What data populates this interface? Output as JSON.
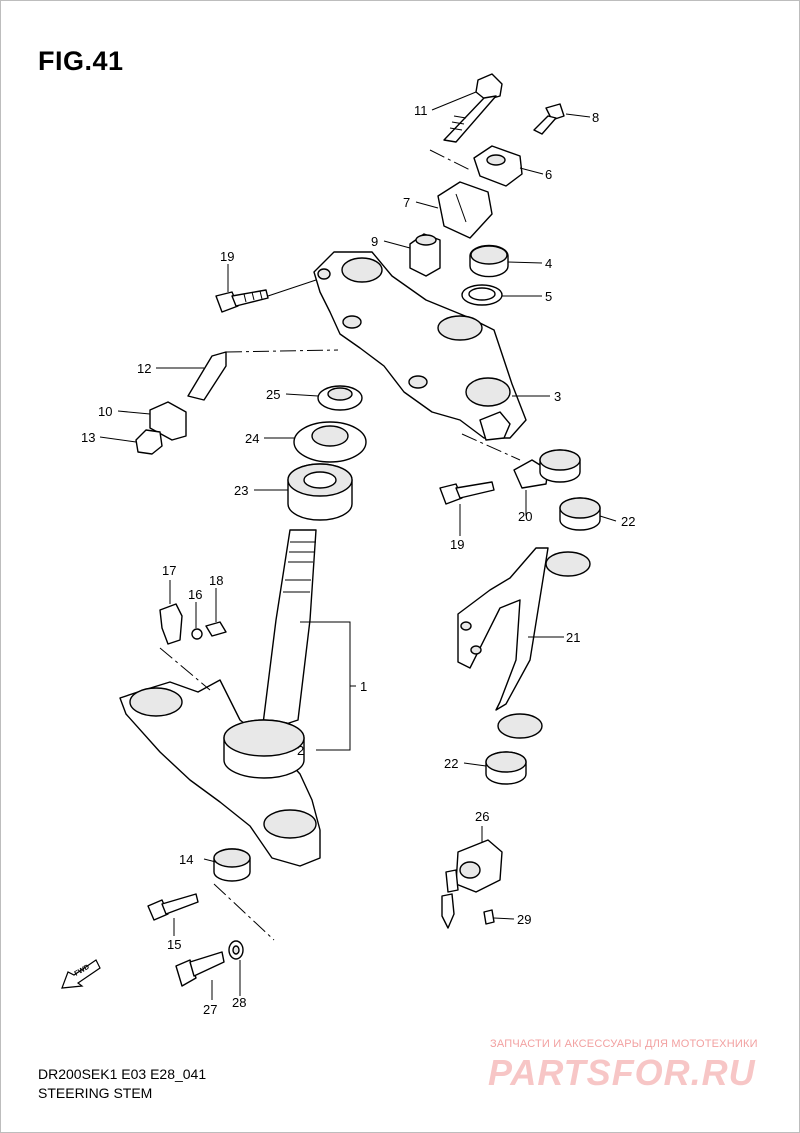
{
  "figure": {
    "title": "FIG.41"
  },
  "footer": {
    "model_code": "DR200SEK1 E03 E28_041",
    "section_name": "STEERING STEM"
  },
  "watermark": {
    "text": "ЗАПЧАСТИ И АКСЕССУАРЫ ДЛЯ МОТОТЕХНИКИ",
    "logo": "PARTSFOR.RU"
  },
  "direction_marker": {
    "label": "FWD",
    "icon": "arrow-icon"
  },
  "callouts": [
    "1",
    "2",
    "3",
    "4",
    "5",
    "6",
    "7",
    "8",
    "9",
    "10",
    "11",
    "12",
    "13",
    "14",
    "15",
    "16",
    "17",
    "18",
    "19",
    "19",
    "20",
    "21",
    "22",
    "22",
    "23",
    "24",
    "25",
    "26",
    "27",
    "28",
    "29"
  ]
}
